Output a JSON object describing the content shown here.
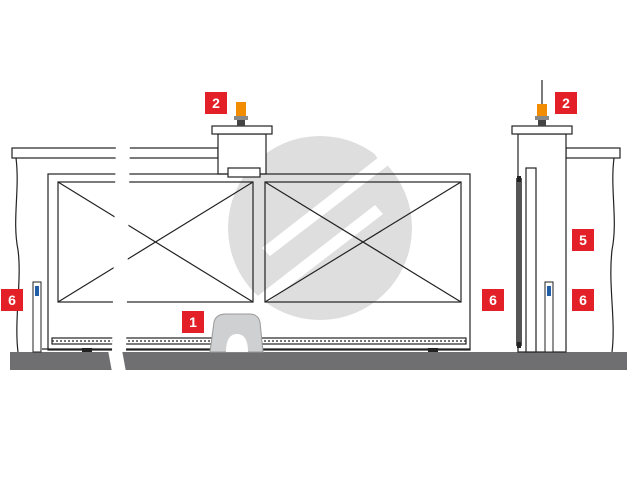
{
  "colors": {
    "badge_bg": "#e32028",
    "badge_text": "#ffffff",
    "line": "#222222",
    "ground": "#6f6f71",
    "lamp_orange": "#f28c00",
    "photocell_blue": "#1f5fa8",
    "watermark": "#d7d7d7"
  },
  "callouts": [
    {
      "id": "gate-operator",
      "label": "1"
    },
    {
      "id": "flashing-lamp-left",
      "label": "2"
    },
    {
      "id": "flashing-lamp-right",
      "label": "2"
    },
    {
      "id": "pillar",
      "label": "5"
    },
    {
      "id": "photocell-post-left",
      "label": "6"
    },
    {
      "id": "photocell-center",
      "label": "6"
    },
    {
      "id": "photocell-post-right",
      "label": "6"
    }
  ]
}
